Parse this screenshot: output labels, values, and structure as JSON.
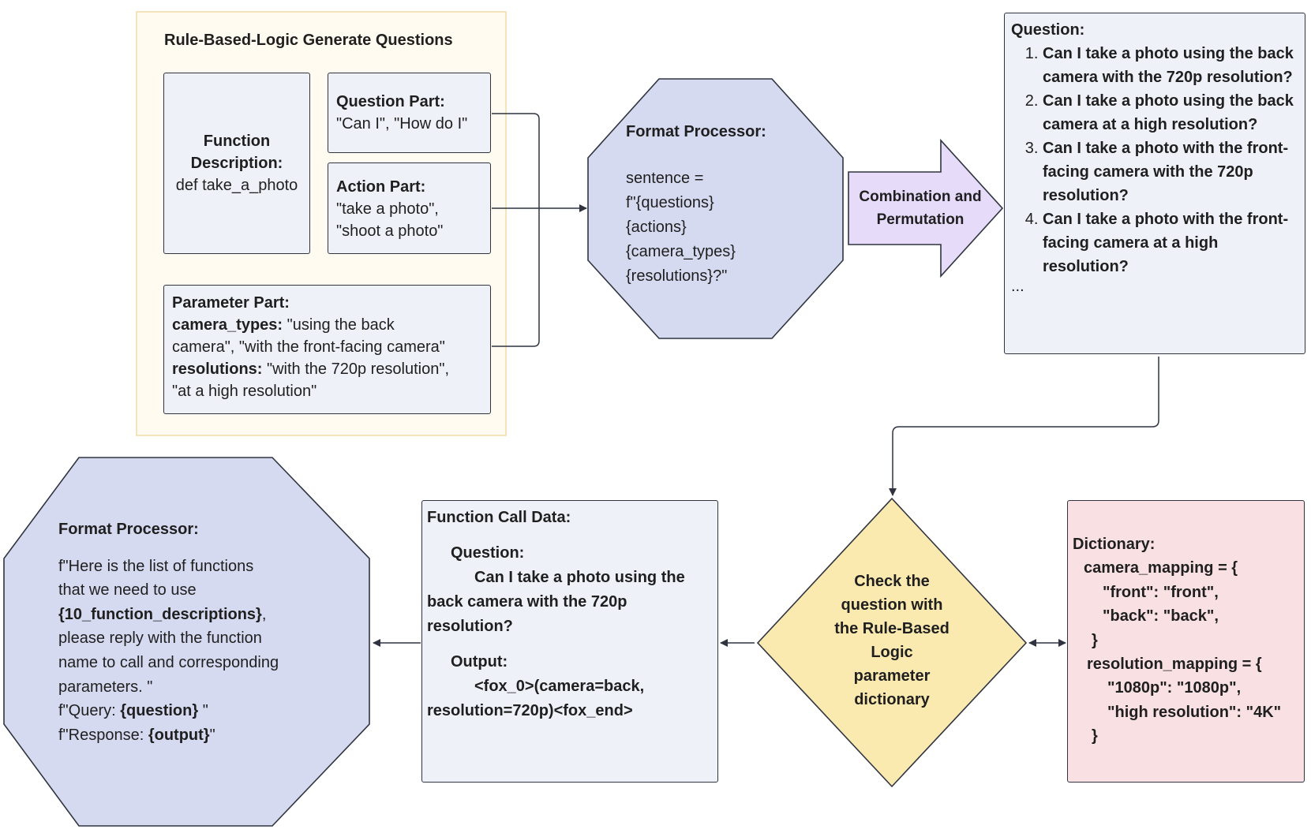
{
  "rule_panel": {
    "title": "Rule-Based-Logic Generate Questions",
    "function_description": {
      "label": "Function Description:",
      "value": "def take_a_photo"
    },
    "question_part": {
      "label": "Question Part:",
      "value": "\"Can I\", \"How do I\""
    },
    "action_part": {
      "label": "Action Part:",
      "values": [
        "\"take a photo\",",
        "\"shoot a photo\""
      ]
    },
    "parameter_part": {
      "label": "Parameter Part:",
      "camera_key": "camera_types:",
      "camera_line1": "\"using the back",
      "camera_line2": "camera\", \"with the front-facing camera\"",
      "resolution_key": "resolutions:",
      "resolution_line1": "\"with the 720p resolution\",",
      "resolution_line2": "\"at a high resolution\""
    }
  },
  "format_processor_top": {
    "title": "Format Processor:",
    "code_lines": [
      "sentence =",
      "f\"{questions}",
      "{actions}",
      "{camera_types}",
      "{resolutions}?\""
    ]
  },
  "combination_arrow": {
    "line1": "Combination and",
    "line2": "Permutation"
  },
  "question_box": {
    "title": "Question:",
    "items": [
      "Can I take a photo using the back camera with the 720p resolution?",
      "Can I take a photo using the back camera at a high resolution?",
      "Can I take a photo with the front-facing camera with the 720p resolution?",
      "Can I take a photo with the front-facing camera at a high resolution?"
    ],
    "ellipsis": "..."
  },
  "check_diamond": {
    "lines": [
      "Check the",
      "question with",
      "the Rule-Based",
      "Logic",
      "parameter",
      "dictionary"
    ]
  },
  "dictionary_box": {
    "title": "Dictionary:",
    "lines": [
      "camera_mapping = {",
      "\"front\": \"front\",",
      "\"back\": \"back\",",
      "}",
      "resolution_mapping = {",
      "\"1080p\": \"1080p\",",
      "\"high resolution\": \"4K\"",
      "}"
    ]
  },
  "function_call_box": {
    "title": "Function Call Data:",
    "question_label": "Question:",
    "question_lines": [
      "Can I take a photo using the",
      "back camera with the 720p",
      "resolution?"
    ],
    "output_label": "Output:",
    "output_lines": [
      "<fox_0>(camera=back,",
      "resolution=720p)<fox_end>"
    ]
  },
  "format_processor_bottom": {
    "title": "Format Processor:",
    "line1": "f\"Here is the list of functions",
    "line2": "that we need to use",
    "line3_bold": "{10_function_descriptions}",
    "line3_rest": ",",
    "line4": "please reply with the function",
    "line5": "name to call and corresponding",
    "line6": "parameters. \"",
    "query_prefix": "f\"Query: ",
    "query_bold": "{question}",
    "query_suffix": " \"",
    "response_prefix": "f\"Response: ",
    "response_bold": "{output}",
    "response_suffix": "\""
  },
  "colors": {
    "panel_bg": "#fffbf0",
    "panel_border": "#f0dca8",
    "box_bg": "#eef1f8",
    "octagon_fill": "#d6daf0",
    "arrow_fill": "#e6dcfa",
    "diamond_fill": "#fbeab0",
    "dict_bg": "#f9e1e3",
    "stroke": "#2f3440"
  }
}
